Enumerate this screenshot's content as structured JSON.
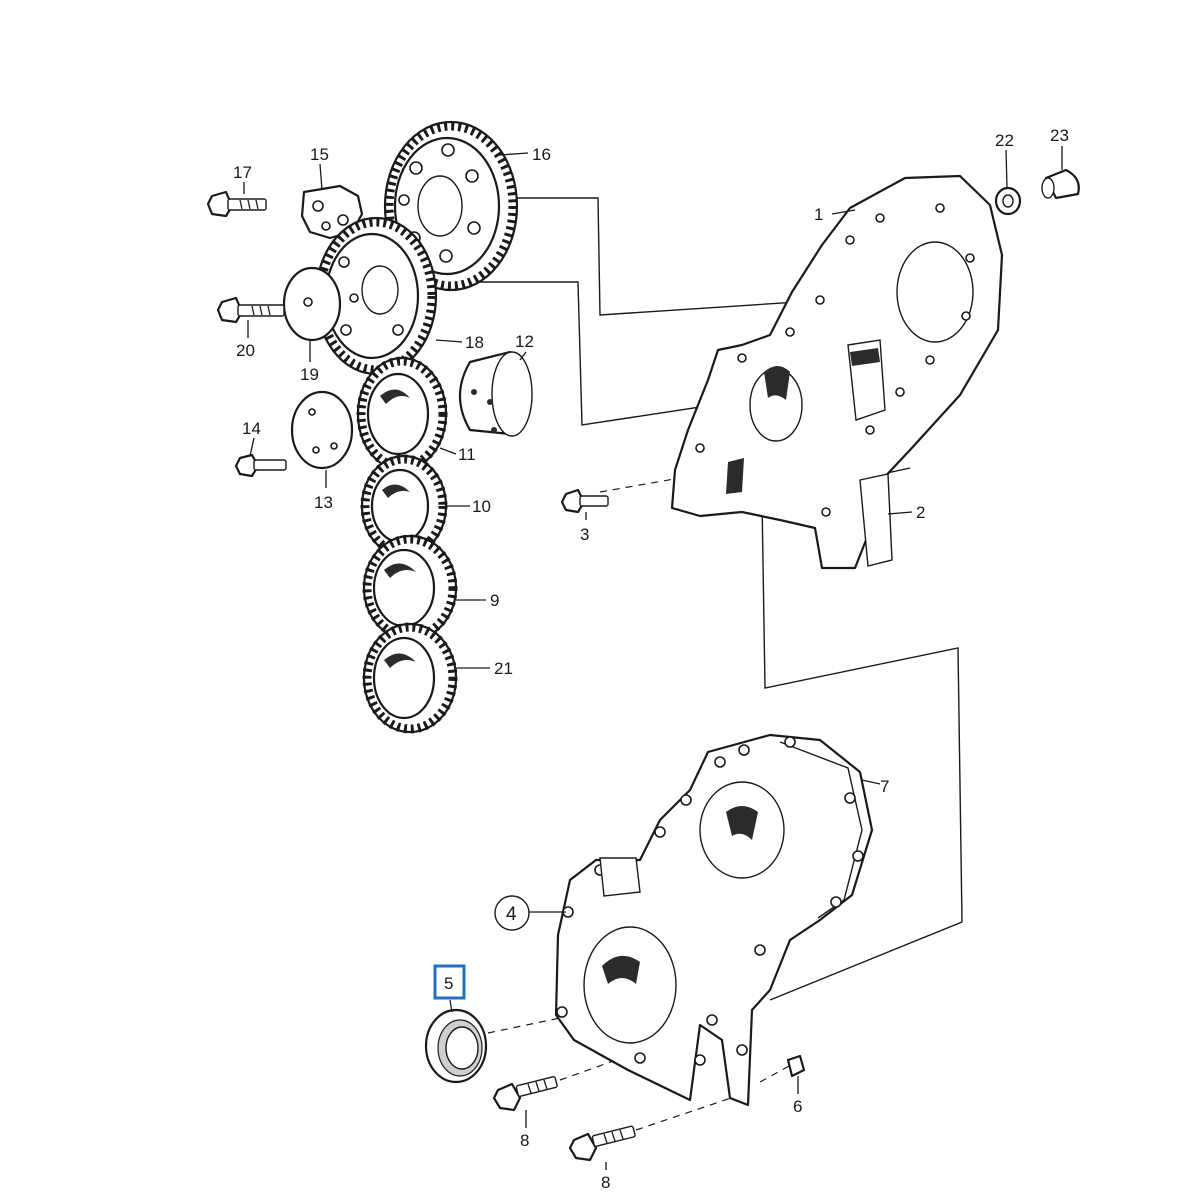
{
  "labels": {
    "p1": "1",
    "p2": "2",
    "p3": "3",
    "p4": "4",
    "p5": "5",
    "p6": "6",
    "p7": "7",
    "p8a": "8",
    "p8b": "8",
    "p9": "9",
    "p10": "10",
    "p11": "11",
    "p12": "12",
    "p13": "13",
    "p14": "14",
    "p15": "15",
    "p16": "16",
    "p17": "17",
    "p18": "18",
    "p19": "19",
    "p20": "20",
    "p21": "21",
    "p22": "22",
    "p23": "23"
  },
  "highlight": {
    "part": "5",
    "color": "#1f6fbf"
  },
  "colors": {
    "line": "#1a1a1a",
    "background": "#ffffff"
  }
}
